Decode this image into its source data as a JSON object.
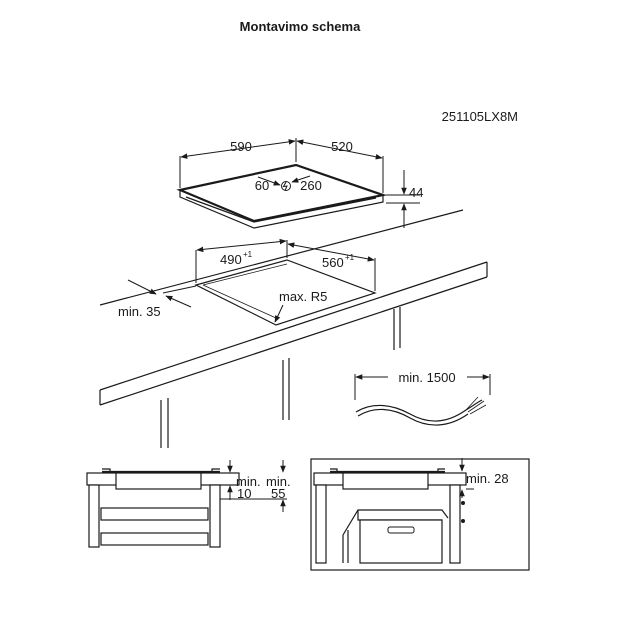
{
  "title": "Montavimo schema",
  "model_code": "251105LX8M",
  "hob": {
    "width": "590",
    "depth": "520",
    "thickness": "44",
    "cable_x": "60",
    "cable_y": "260"
  },
  "cutout": {
    "width": "560",
    "width_tol": "+1",
    "depth": "490",
    "depth_tol": "+1",
    "radius": "max. R5",
    "front_margin": "min. 35"
  },
  "cable": {
    "length": "min. 1500"
  },
  "section_left": {
    "gap_label": "min.",
    "gap_value": "10",
    "depth_label": "min.",
    "depth_value": "55"
  },
  "section_right": {
    "clearance": "min. 28"
  }
}
